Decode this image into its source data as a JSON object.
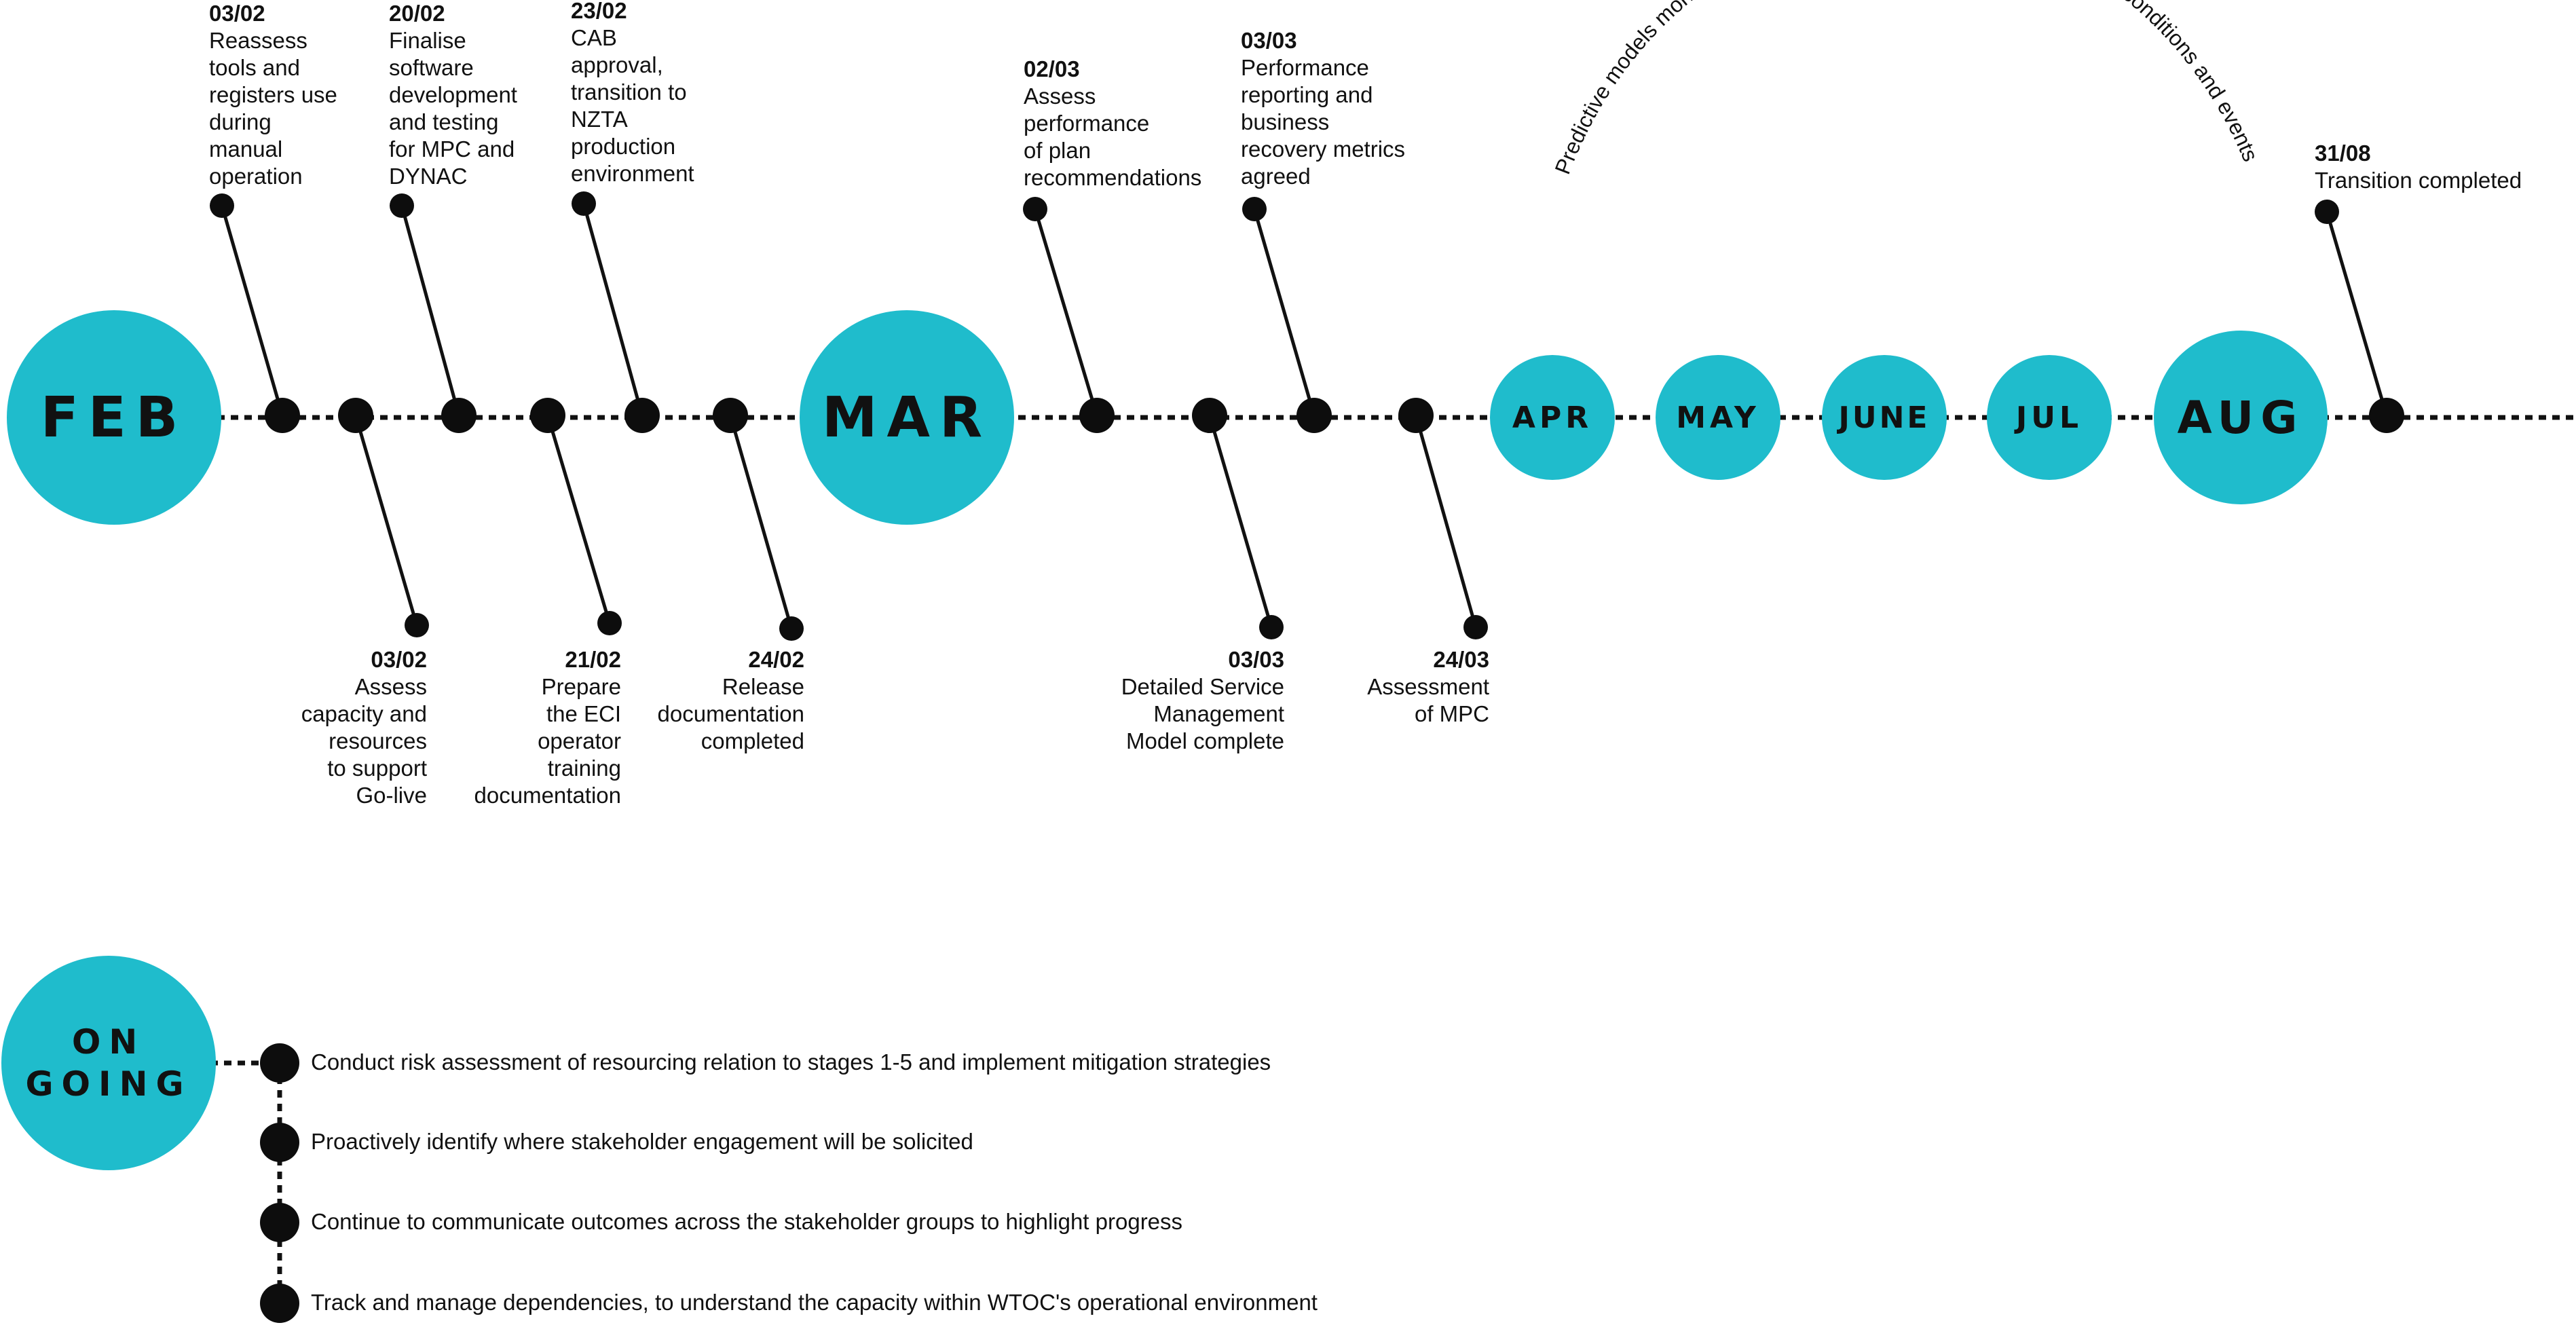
{
  "colors": {
    "accent": "#1fbccc",
    "dot": "#0d0d0d",
    "line": "#111111"
  },
  "months": [
    {
      "key": "feb",
      "label": "FEB"
    },
    {
      "key": "mar",
      "label": "MAR"
    },
    {
      "key": "apr",
      "label": "APR"
    },
    {
      "key": "may",
      "label": "MAY"
    },
    {
      "key": "june",
      "label": "JUNE"
    },
    {
      "key": "jul",
      "label": "JUL"
    },
    {
      "key": "aug",
      "label": "AUG"
    },
    {
      "key": "ongoing",
      "label": "ON\nGOING"
    }
  ],
  "milestones": [
    {
      "date": "03/02",
      "text": "Reassess\ntools and\nregisters use\nduring\nmanual\noperation"
    },
    {
      "date": "03/02",
      "text": "Assess\ncapacity and\nresources\nto support\nGo-live"
    },
    {
      "date": "20/02",
      "text": "Finalise\nsoftware\ndevelopment\nand testing\nfor MPC and\nDYNAC"
    },
    {
      "date": "21/02",
      "text": "Prepare\nthe ECI\noperator\ntraining\ndocumentation"
    },
    {
      "date": "23/02",
      "text": "CAB\napproval,\ntransition to\nNZTA\nproduction\nenvironment"
    },
    {
      "date": "24/02",
      "text": "Release\ndocumentation\ncompleted"
    },
    {
      "date": "02/03",
      "text": "Assess\nperformance\nof plan\nrecommendations"
    },
    {
      "date": "03/03",
      "text": "Detailed Service\nManagement\nModel complete"
    },
    {
      "date": "03/03",
      "text": "Performance\nreporting and\nbusiness\nrecovery metrics\nagreed"
    },
    {
      "date": "24/03",
      "text": "Assessment\nof MPC"
    },
    {
      "date": "31/08",
      "text": "Transition completed"
    }
  ],
  "arc_caption": "Predictive models monitored and continuously optimised for real-world conditions and events",
  "ongoing": [
    "Conduct risk assessment of resourcing relation to stages 1-5 and implement mitigation strategies",
    "Proactively identify where stakeholder engagement will be solicited",
    "Continue to communicate outcomes across the stakeholder groups to highlight progress",
    "Track and manage dependencies, to understand the capacity within WTOC's operational environment"
  ]
}
